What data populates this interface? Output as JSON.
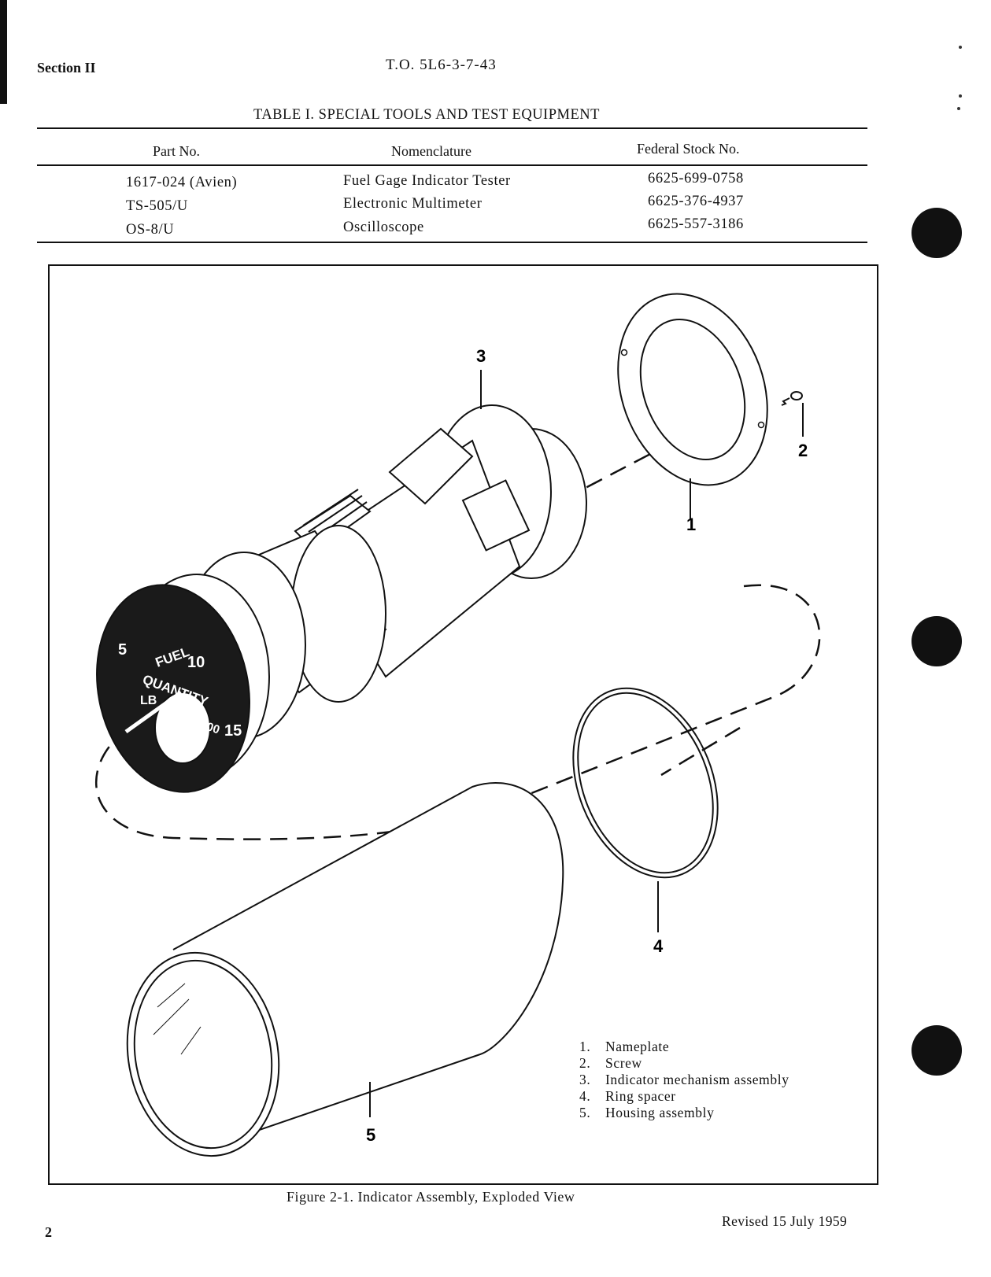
{
  "header": {
    "section": "Section II",
    "to_number": "T.O. 5L6-3-7-43"
  },
  "table": {
    "title": "TABLE I.  SPECIAL TOOLS AND TEST EQUIPMENT",
    "columns": [
      "Part No.",
      "Nomenclature",
      "Federal Stock No."
    ],
    "rows": [
      [
        "1617-024 (Avien)",
        "Fuel Gage Indicator Tester",
        "6625-699-0758"
      ],
      [
        "TS-505/U",
        "Electronic Multimeter",
        "6625-376-4937"
      ],
      [
        "OS-8/U",
        "Oscilloscope",
        "6625-557-3186"
      ]
    ]
  },
  "figure": {
    "callouts": [
      "1",
      "2",
      "3",
      "4",
      "5"
    ],
    "dial": {
      "words": [
        "FUEL",
        "QUANTITY",
        "LB",
        "X 1000"
      ],
      "scale_marks": [
        "5",
        "10",
        "15"
      ]
    },
    "legend": [
      {
        "num": "1.",
        "text": "Nameplate"
      },
      {
        "num": "2.",
        "text": "Screw"
      },
      {
        "num": "3.",
        "text": "Indicator mechanism assembly"
      },
      {
        "num": "4.",
        "text": "Ring spacer"
      },
      {
        "num": "5.",
        "text": "Housing assembly"
      }
    ],
    "caption": "Figure 2-1.  Indicator Assembly, Exploded View"
  },
  "footer": {
    "page_number": "2",
    "revised": "Revised 15 July 1959"
  }
}
